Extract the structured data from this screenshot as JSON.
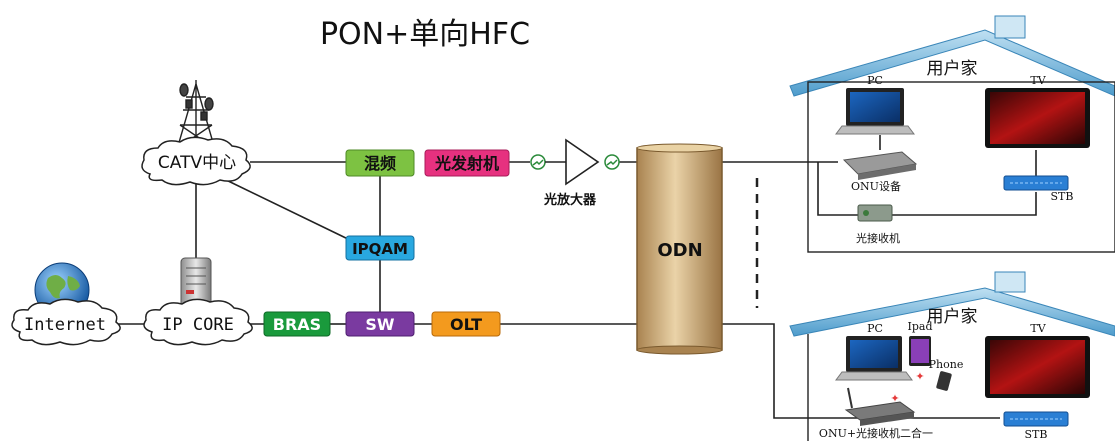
{
  "title": "PON+单向HFC",
  "nodes": {
    "catv": "CATV中心",
    "internet": "Internet",
    "ipcore": "IP CORE",
    "mix": "混频",
    "tx": "光发射机",
    "ipqam": "IPQAM",
    "bras": "BRAS",
    "sw": "SW",
    "olt": "OLT",
    "amp": "光放大器",
    "odn": "ODN"
  },
  "house1": {
    "title": "用户家",
    "pc": "PC",
    "tv": "TV",
    "onu": "ONU设备",
    "stb": "STB",
    "receiver": "光接收机"
  },
  "house2": {
    "title": "用户家",
    "pc": "PC",
    "ipad": "Ipad",
    "phone": "Phone",
    "tv": "TV",
    "onu": "ONU+光接收机二合一",
    "stb": "STB"
  },
  "colors": {
    "mix": "#7dc242",
    "tx": "#e6317f",
    "ipqam": "#29a8e0",
    "bras": "#1a9a3c",
    "sw": "#7a3aa0",
    "olt": "#f39a1e",
    "odn": "#c9a46c",
    "roof": "#6aaed6"
  }
}
